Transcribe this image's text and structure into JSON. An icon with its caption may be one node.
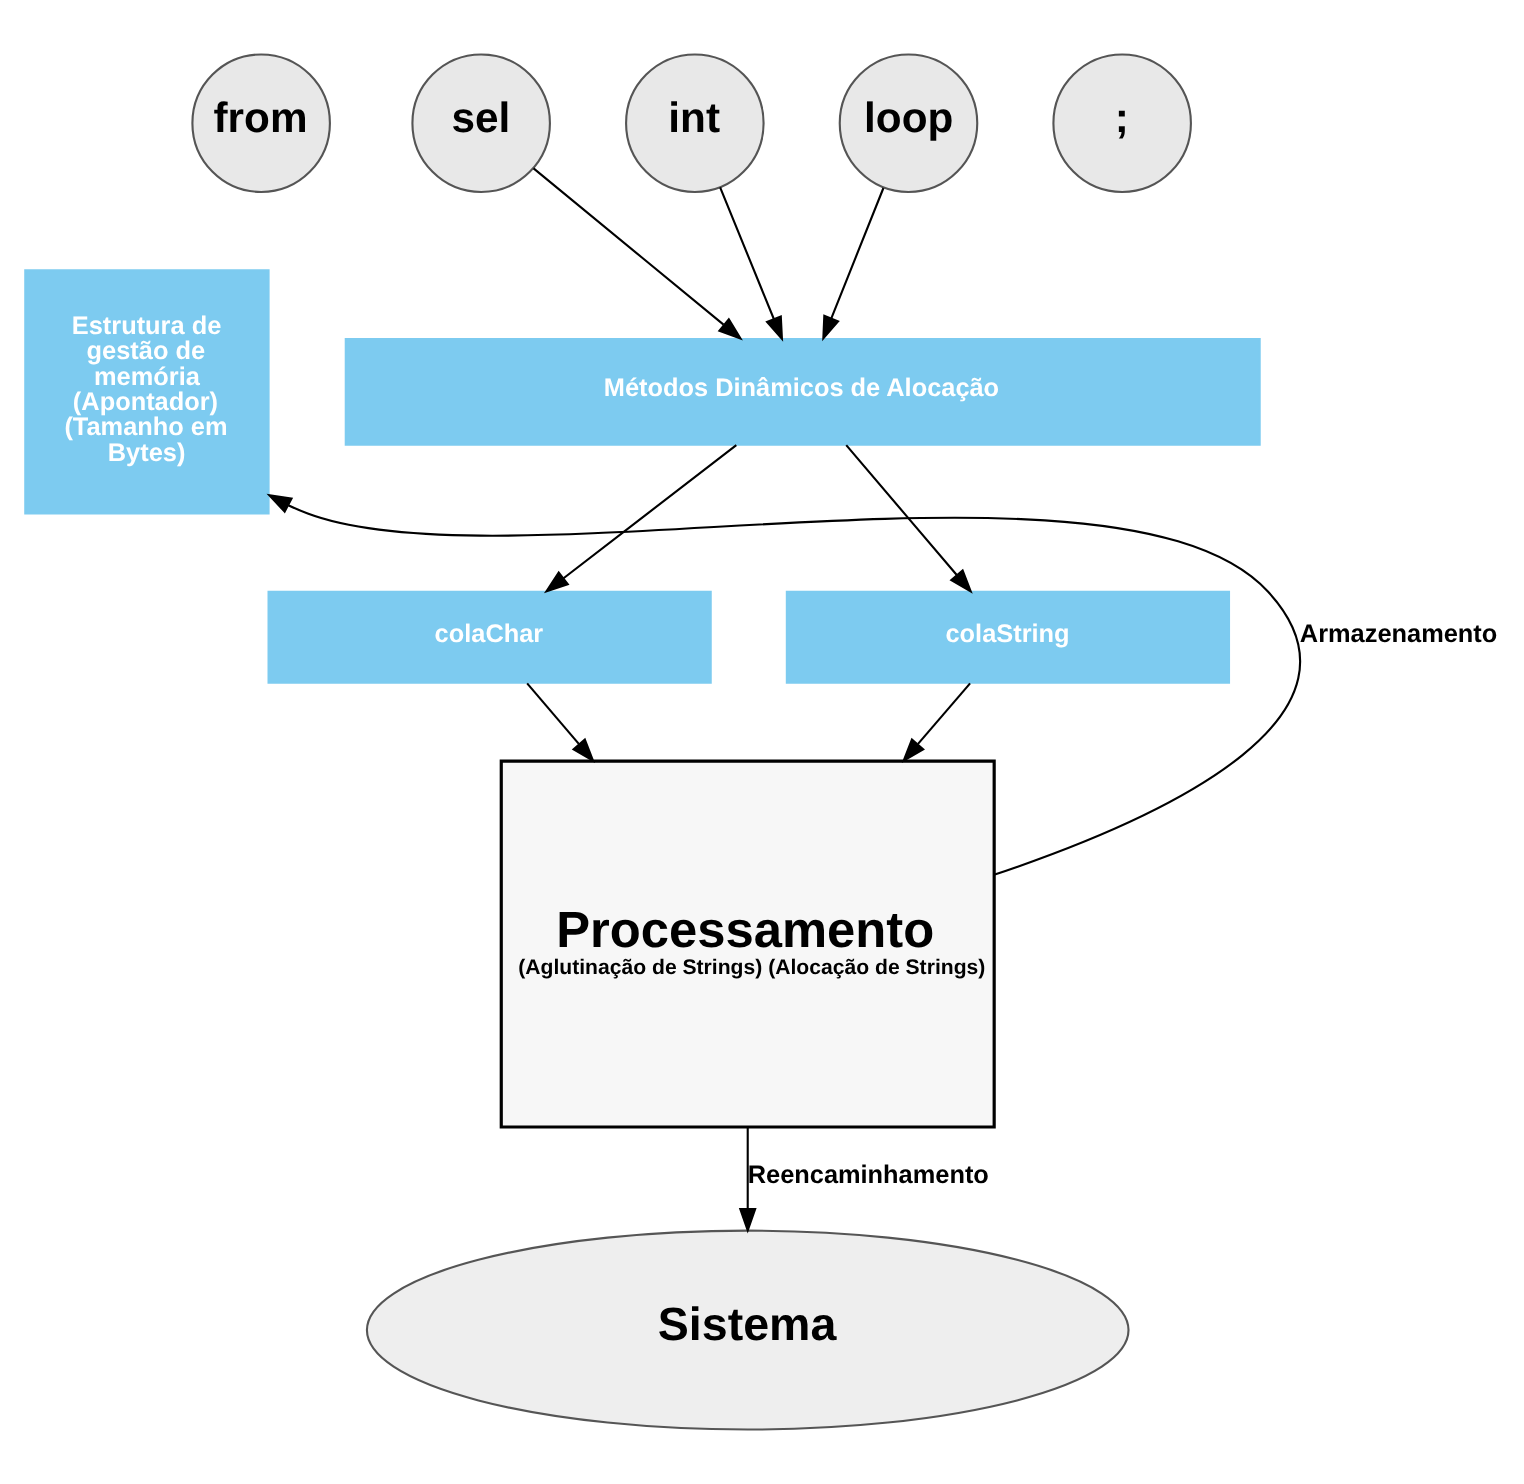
{
  "diagram": {
    "nodes": [
      {
        "text": [
          ";"
        ]
      },
      {
        "text": [
          "sel"
        ]
      },
      {
        "text": [
          "from"
        ]
      },
      {
        "text": [
          "int"
        ]
      },
      {
        "text": [
          "loop"
        ]
      },
      {
        "text": [
          "Métodos Dinâmicos de Alocação"
        ]
      },
      {
        "text": [
          "Estrutura de gestão de memória (Apontador) (Tamanho em Bytes)"
        ]
      },
      {
        "text": [
          "colaChar"
        ]
      },
      {
        "text": [
          "colaString"
        ]
      },
      {
        "text": [
          "Processamento",
          "(Aglutinação de Strings) (Alocação de Strings)"
        ]
      },
      {
        "text": [
          "Sistema"
        ]
      }
    ],
    "edges": [
      {
        "from": 1,
        "to": 5,
        "arrow": "to"
      },
      {
        "from": 4,
        "to": 5,
        "arrow": "to"
      },
      {
        "from": 3,
        "to": 5,
        "arrow": "to"
      },
      {
        "from": 5,
        "to": 7,
        "arrow": "to"
      },
      {
        "from": 5,
        "to": 8,
        "arrow": "to"
      },
      {
        "from": 7,
        "to": 9,
        "arrow": "to"
      },
      {
        "from": 8,
        "to": 9,
        "arrow": "to"
      },
      {
        "from": 9,
        "to": 6,
        "arrow": "to",
        "label": "Armazenamento"
      },
      {
        "from": 9,
        "to": 10,
        "arrow": "to",
        "label": "Reencaminhamento"
      }
    ]
  }
}
